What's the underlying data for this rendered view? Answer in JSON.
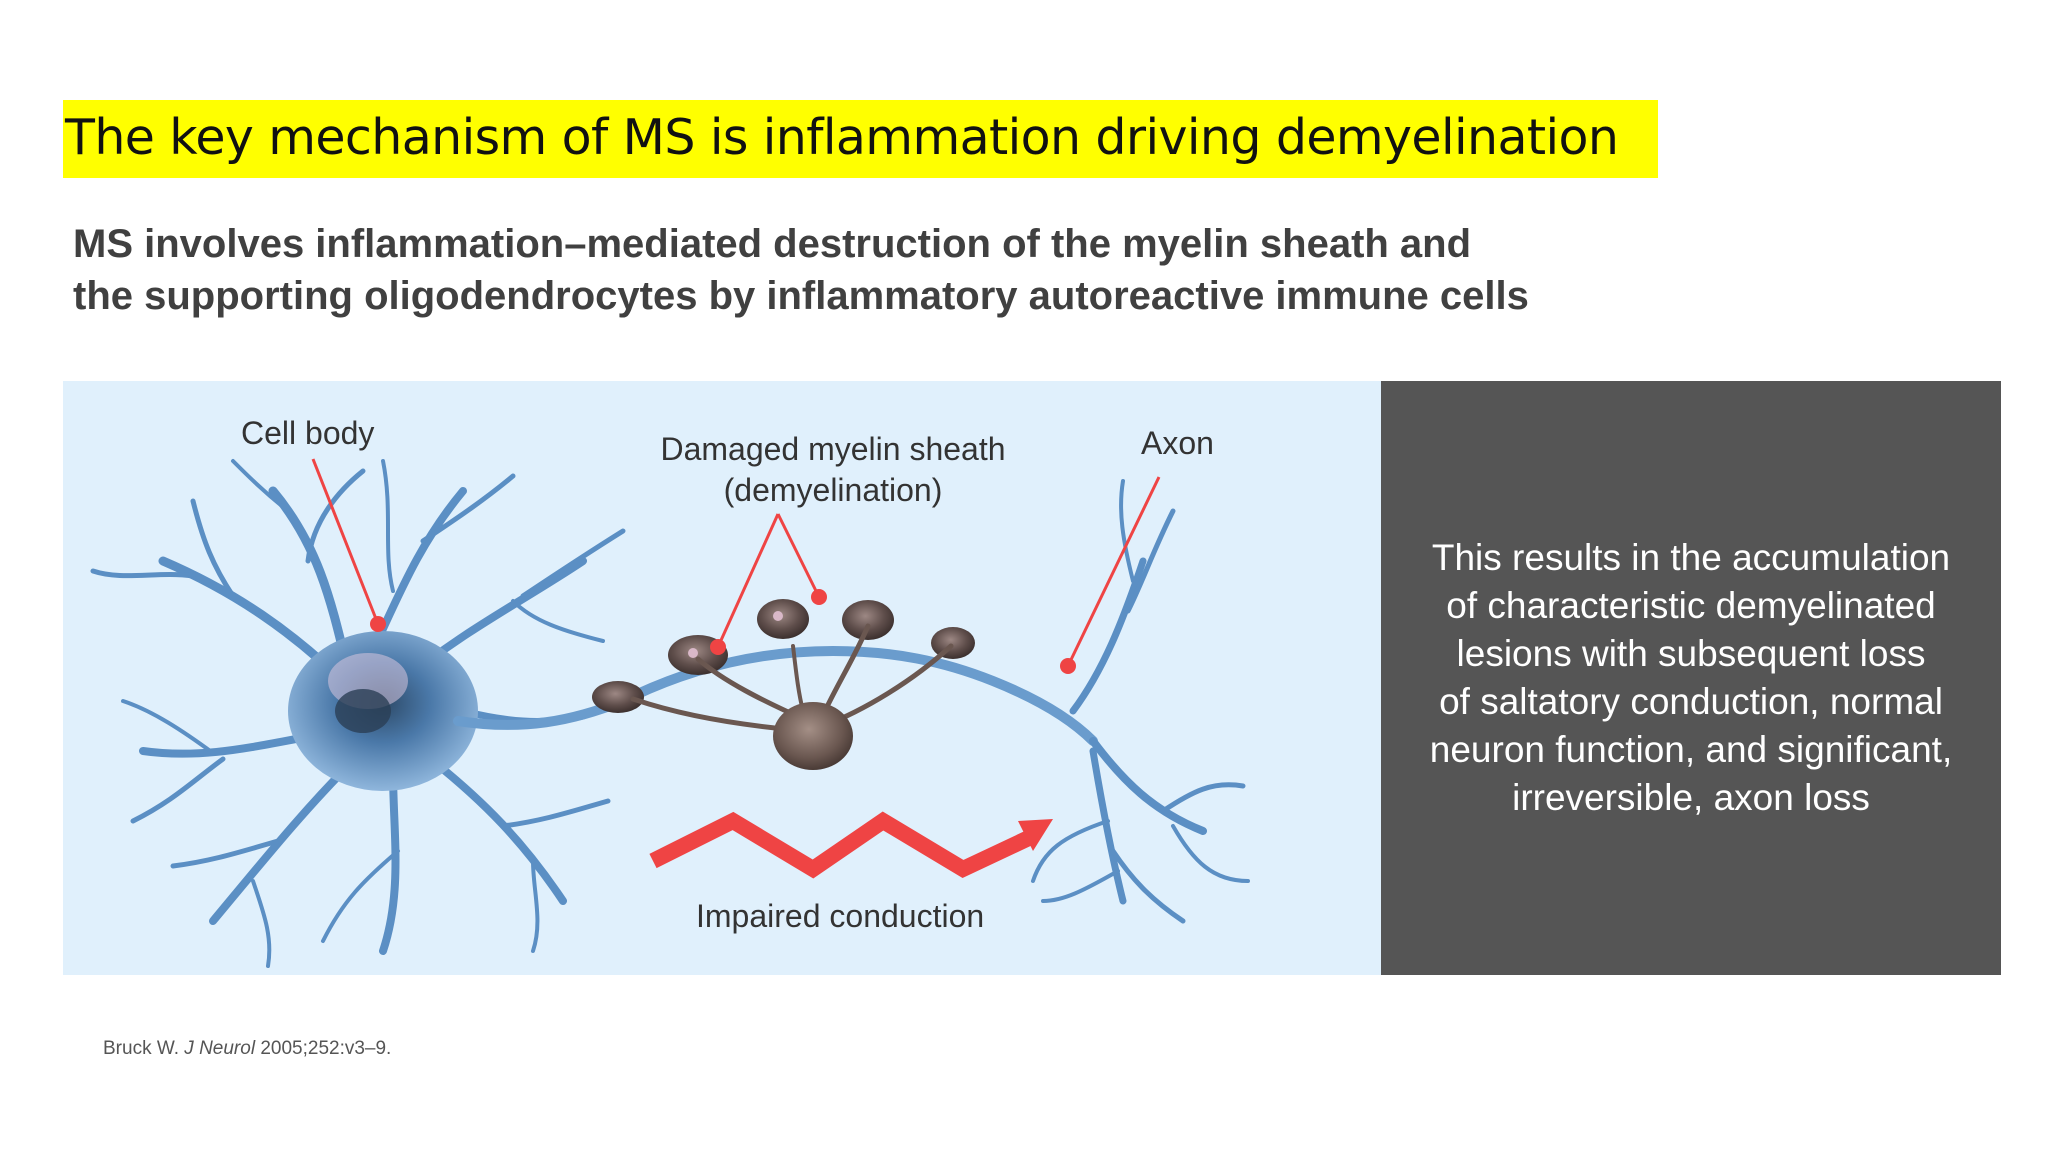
{
  "slide": {
    "title": "The key mechanism of MS is inflammation driving demyelination",
    "subtitle_lines": [
      "MS involves inflammation–mediated destruction of the myelin sheath and",
      "the supporting oligodendrocytes by inflammatory autoreactive immune cells"
    ],
    "title_highlight_color": "#ffff00"
  },
  "figure": {
    "labels": {
      "cell_body": "Cell body",
      "myelin_line1": "Damaged myelin sheath",
      "myelin_line2": "(demyelination)",
      "axon": "Axon",
      "impaired": "Impaired conduction"
    },
    "icons": [
      "neuron-illustration",
      "damaged-myelin-segments",
      "oligodendrocyte",
      "impaired-conduction-arrow"
    ],
    "colors": {
      "background": "#e0f0fc",
      "pointer": "#ef4444",
      "neuron": "#5b8fc4",
      "myelin": "#6b5a57"
    }
  },
  "side_panel": {
    "lines": [
      "This results in the accumulation",
      "of characteristic demyelinated",
      "lesions with subsequent loss",
      "of saltatory conduction, normal",
      "neuron function, and significant,",
      "irreversible, axon loss"
    ],
    "background": "#555555"
  },
  "citation": {
    "author": "Bruck W. ",
    "journal": "J Neurol",
    "details": " 2005;252:v3–9."
  }
}
